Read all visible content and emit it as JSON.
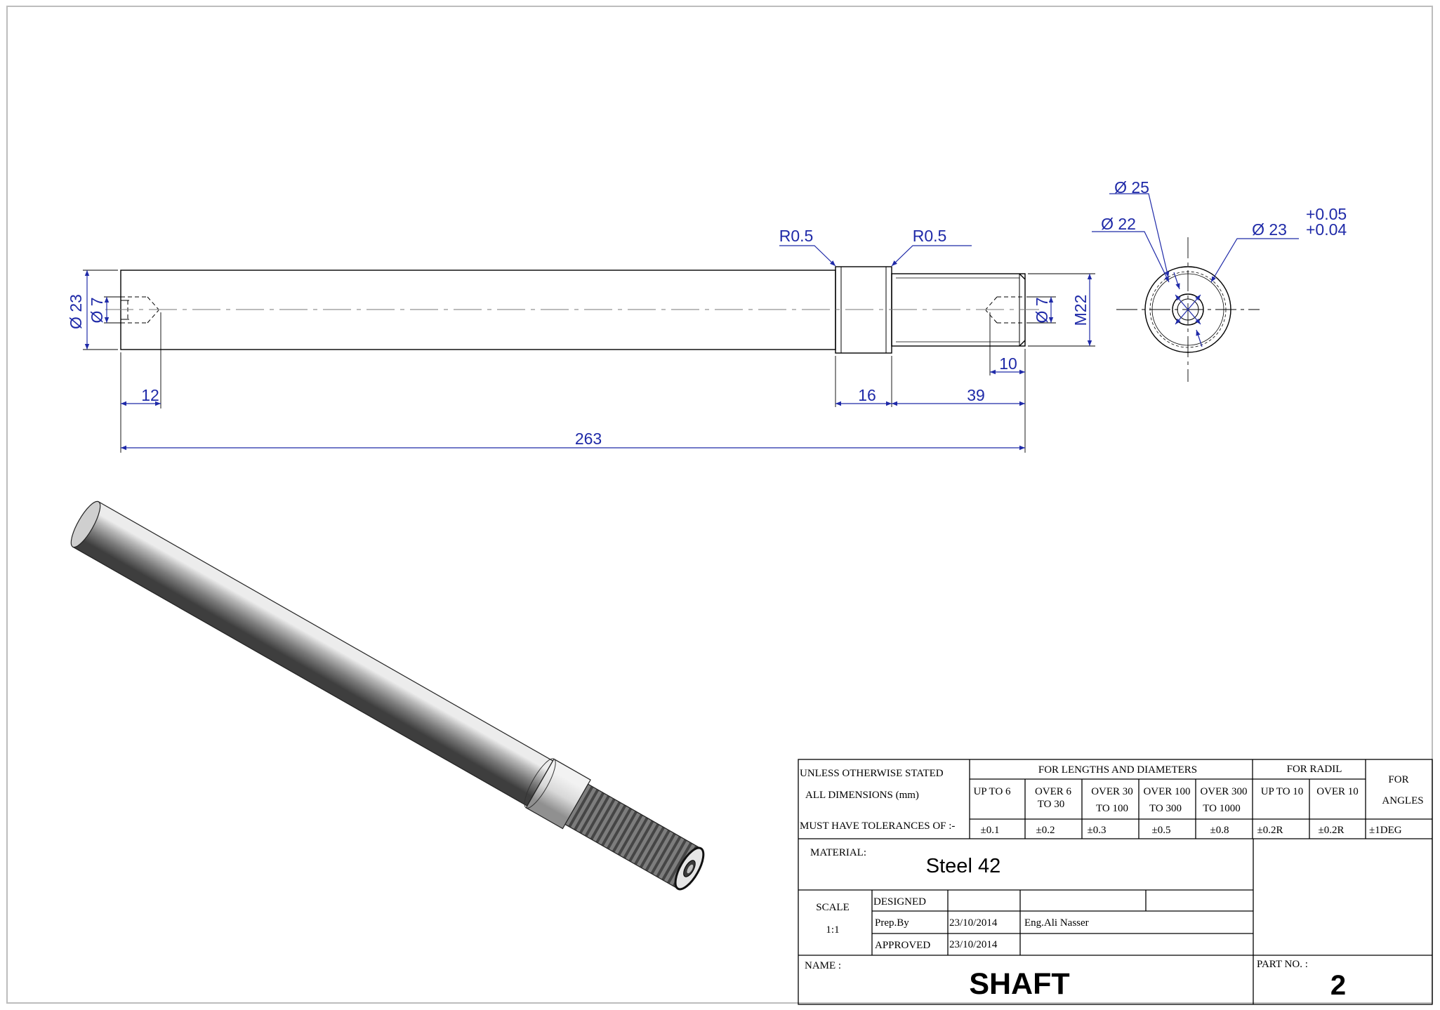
{
  "drawing": {
    "dimensions": {
      "dia_23": "Ø 23",
      "dia_7_left": "Ø 7",
      "dia_7_right": "Ø 7",
      "m22": "M22",
      "r05_left": "R0.5",
      "r05_right": "R0.5",
      "len_12": "12",
      "len_16": "16",
      "len_39": "39",
      "len_10": "10",
      "len_263": "263",
      "end_dia_25": "Ø 25",
      "end_dia_22": "Ø 22",
      "end_dia_23": "Ø 23",
      "tol_upper": "+0.05",
      "tol_lower": "+0.04"
    }
  },
  "title_block": {
    "tolerance_note_1": "UNLESS OTHERWISE STATED",
    "tolerance_note_2": "ALL  DIMENSIONS  (mm)",
    "tolerance_note_3": "MUST HAVE TOLERANCES OF :-",
    "lengths_header": "FOR LENGTHS AND DIAMETERS",
    "radii_header": "FOR RADIL",
    "angles_header_1": "FOR",
    "angles_header_2": "ANGLES",
    "ranges": [
      {
        "l1": "UP TO 6",
        "l2": "",
        "tol": "±0.1"
      },
      {
        "l1": "OVER 6",
        "l2": "TO 30",
        "tol": "±0.2"
      },
      {
        "l1": "OVER 30",
        "l2": "TO 100",
        "tol": "±0.3"
      },
      {
        "l1": "OVER 100",
        "l2": "TO 300",
        "tol": "±0.5"
      },
      {
        "l1": "OVER 300",
        "l2": "TO 1000",
        "tol": "±0.8"
      }
    ],
    "radii": [
      {
        "label": "UP TO 10",
        "tol": "±0.2R"
      },
      {
        "label": "OVER 10",
        "tol": "±0.2R"
      }
    ],
    "angle_tol": "±1DEG",
    "material_label": "MATERIAL:",
    "material_value": "Steel 42",
    "scale_label": "SCALE",
    "scale_value": "1:1",
    "designed_label": "DESIGNED",
    "prep_label": "Prep.By",
    "prep_date": "23/10/2014",
    "prep_name": "Eng.Ali Nasser",
    "approved_label": "APPROVED",
    "approved_date": "23/10/2014",
    "name_label": "NAME :",
    "name_value": "SHAFT",
    "part_label": "PART NO. :",
    "part_value": "2"
  }
}
